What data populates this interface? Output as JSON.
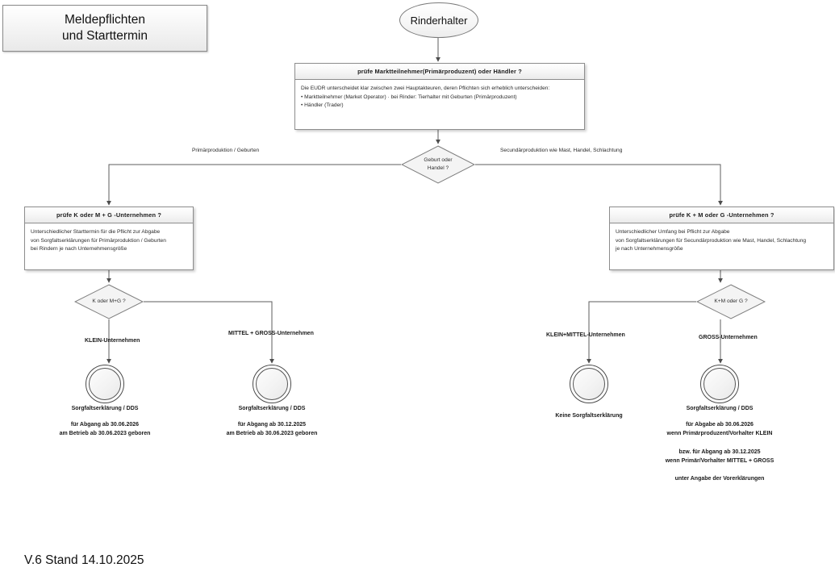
{
  "title_panel": {
    "line1": "Meldepflichten",
    "line2": "und Starttermin"
  },
  "start_node": {
    "label": "Rinderhalter"
  },
  "boxes": {
    "marktteilnehmer": {
      "header": "prüfe Marktteilnehmer(Primärproduzent) oder Händler ?",
      "body": [
        "Die EUDR unterscheidet klar zwischen zwei Hauptakteuren, deren Pflichten sich erheblich unterscheiden:",
        "• Marktteilnehmer (Market Operator)  ·  bei Rinder: Tierhalter mit Geburten (Primärproduzent)",
        "• Händler (Trader)"
      ]
    },
    "links": {
      "header": "prüfe K oder M + G -Unternehmen ?",
      "body": [
        "Unterschiedlicher Starttermin für die Pflicht zur Abgabe",
        "von Sorgfaltserklärungen für Primärproduktion / Geburten",
        "bei Rindern je nach Unternehmensgröße"
      ]
    },
    "rechts": {
      "header": "prüfe K + M oder G -Unternehmen ?",
      "body": [
        "Unterschiedlicher Umfang bei Pflicht zur Abgabe",
        "von Sorgfaltserklärungen für Secundärproduktion wie Mast, Handel, Schlachtung",
        "je nach Unternehmensgröße"
      ]
    }
  },
  "decisions": {
    "geburt": "Geburt oder\nHandel ?",
    "links": "K oder M+G ?",
    "rechts": "K+M oder G ?"
  },
  "edge_labels": {
    "primaerproduktion": "Primärproduktion / Geburten",
    "secundaerproduktion": "Secundärproduktion wie Mast, Handel, Schlachtung"
  },
  "branch_labels": {
    "klein": "KLEIN-Unternehmen",
    "mittel_gross": "MITTEL + GROSS-Unternehmen",
    "klein_mittel": "KLEIN+MITTEL-Unternehmen",
    "gross": "GROSS-Unternehmen"
  },
  "results": {
    "klein": {
      "title": "Sorgfaltserklärung / DDS",
      "lines": [
        "für Abgang ab 30.06.2026",
        "am Betrieb ab 30.06.2023 geboren"
      ]
    },
    "mittel_gross": {
      "title": "Sorgfaltserklärung / DDS",
      "lines": [
        "für Abgang ab 30.12.2025",
        "am Betrieb ab 30.06.2023 geboren"
      ]
    },
    "keine": {
      "title": "Keine Sorgfaltserklärung",
      "lines": []
    },
    "gross": {
      "title": "Sorgfaltserklärung / DDS",
      "group1": [
        "für Abgabe ab 30.06.2026",
        "wenn Primärproduzent/Vorhalter KLEIN"
      ],
      "group2": [
        "bzw. für Abgang ab 30.12.2025",
        "wenn Primär/Vorhalter MITTEL + GROSS"
      ],
      "group3": [
        "unter Angabe der Vorerklärungen"
      ]
    }
  },
  "footer": {
    "version": "V.6 Stand 14.10.2025"
  },
  "colors": {
    "line": "#595959",
    "box_border": "#8d8d8d",
    "text": "#1a1a1a"
  }
}
